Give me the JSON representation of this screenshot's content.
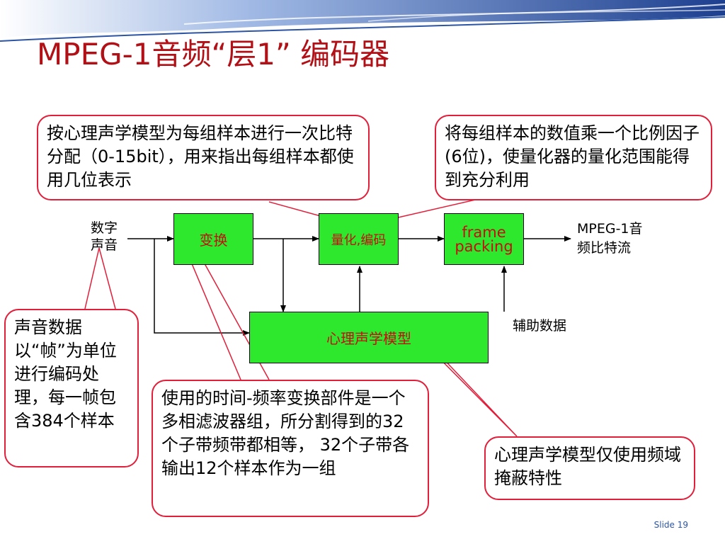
{
  "title": "MPEG-1音频“层1” 编码器",
  "callouts": {
    "bit_allocation": "按心理声学模型为每组样本进行一次比特分配（0-15bit），用来指出每组样本都使用几位表示",
    "scale_factor": "将每组样本的数值乘一个比例因子(6位)，使量化器的量化范围能得到充分利用",
    "frame_unit": "声音数据以“帧”为单位进行编码处理，每一帧包含384个样本",
    "filter_bank": "使用的时间-频率变换部件是一个多相滤波器组，所分割得到的32个子带频带都相等， 32个子带各输出12个样本作为一组",
    "psy_model_note": "心理声学模型仅使用频域掩蔽特性"
  },
  "blocks": {
    "transform": "变换",
    "quantize": "量化,编码",
    "frame_packing": "frame packing",
    "psy_model": "心理声学模型"
  },
  "labels": {
    "input": "数字声音",
    "output": "MPEG-1音频比特流",
    "aux": "辅助数据"
  },
  "footer": {
    "slide": "Slide 19"
  },
  "colors": {
    "title": "#b01016",
    "callout_border": "#e11f3a",
    "block_fill": "#2ee82e",
    "block_text": "#c01010",
    "header_blue": "#1d3f8f"
  }
}
